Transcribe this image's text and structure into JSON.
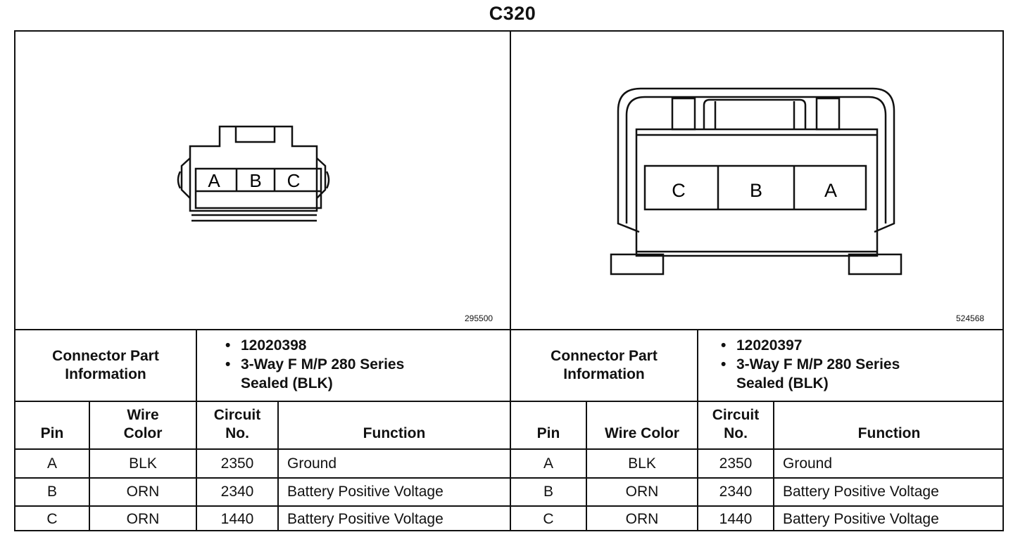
{
  "title": "C320",
  "connectors": [
    {
      "image_id": "295500",
      "cavity_labels": [
        "A",
        "B",
        "C"
      ],
      "part_info_label": "Connector Part Information",
      "part_info": [
        "12020398",
        "3-Way F M/P 280 Series Sealed (BLK)"
      ],
      "headers": {
        "pin": "Pin",
        "wire_color": "Wire Color",
        "circuit": "Circuit No.",
        "function": "Function"
      },
      "rows": [
        {
          "pin": "A",
          "wire_color": "BLK",
          "circuit": "2350",
          "function": "Ground"
        },
        {
          "pin": "B",
          "wire_color": "ORN",
          "circuit": "2340",
          "function": "Battery Positive Voltage"
        },
        {
          "pin": "C",
          "wire_color": "ORN",
          "circuit": "1440",
          "function": "Battery Positive Voltage"
        }
      ]
    },
    {
      "image_id": "524568",
      "cavity_labels": [
        "C",
        "B",
        "A"
      ],
      "part_info_label": "Connector Part Information",
      "part_info": [
        "12020397",
        "3-Way F M/P 280 Series Sealed (BLK)"
      ],
      "headers": {
        "pin": "Pin",
        "wire_color": "Wire Color",
        "circuit": "Circuit No.",
        "function": "Function"
      },
      "rows": [
        {
          "pin": "A",
          "wire_color": "BLK",
          "circuit": "2350",
          "function": "Ground"
        },
        {
          "pin": "B",
          "wire_color": "ORN",
          "circuit": "2340",
          "function": "Battery Positive Voltage"
        },
        {
          "pin": "C",
          "wire_color": "ORN",
          "circuit": "1440",
          "function": "Battery Positive Voltage"
        }
      ]
    }
  ]
}
